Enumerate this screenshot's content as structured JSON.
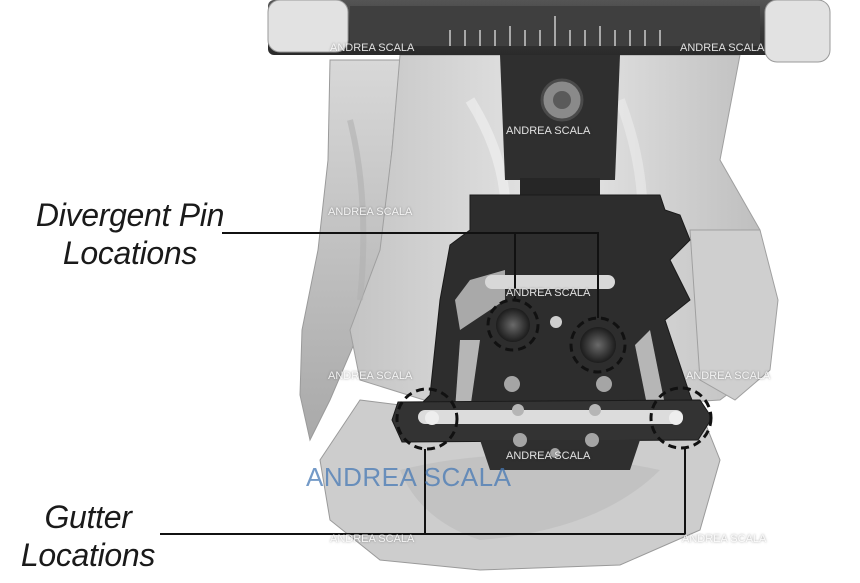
{
  "labels": {
    "divergent_line1": "Divergent Pin",
    "divergent_line2": "Locations",
    "gutter_line1": "Gutter",
    "gutter_line2": "Locations"
  },
  "watermark": {
    "text": "ANDREA SCALA"
  },
  "colors": {
    "bone_light": "#d9d9d9",
    "bone_mid": "#bdbdbd",
    "bone_dark": "#8e8e8e",
    "guide_dark": "#2a2a2a",
    "guide_mid": "#3a3a3a",
    "leader_line": "#111111",
    "watermark_blue": "#4a7bb7"
  }
}
